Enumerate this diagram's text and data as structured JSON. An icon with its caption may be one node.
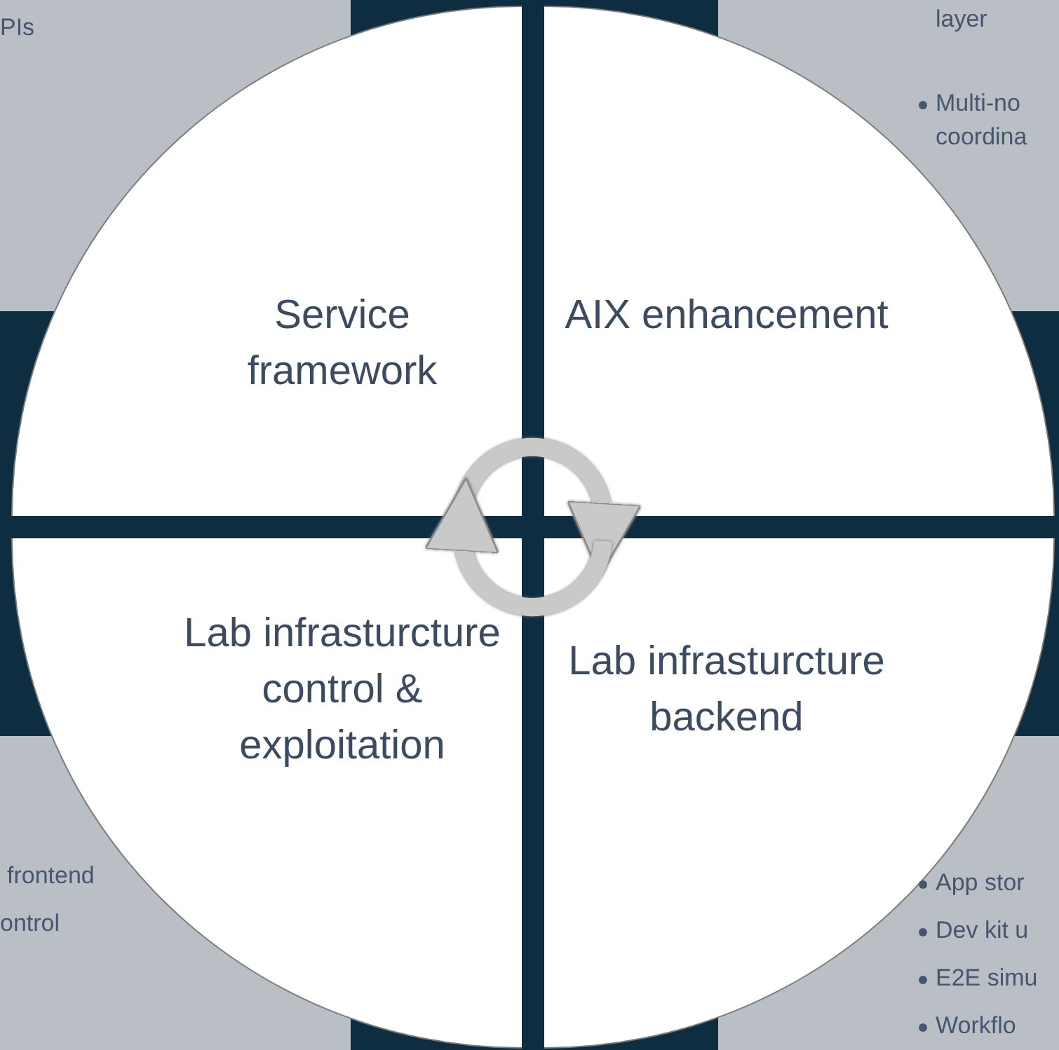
{
  "diagram": {
    "nodes": [
      {
        "text": [
          "Service framework"
        ]
      },
      {
        "text": [
          "AIX enhancement"
        ]
      },
      {
        "text": [
          "Lab infrasturcture control & exploitation"
        ]
      },
      {
        "text": [
          "Lab infrasturcture backend"
        ]
      }
    ],
    "edges": [
      {
        "from": 0,
        "to": 1,
        "arrow": "to"
      },
      {
        "from": 3,
        "to": 2,
        "arrow": "to"
      }
    ],
    "labels": [
      "PIs",
      "layer",
      "Multi-no coordina",
      "frontend",
      "ontrol",
      "App stor",
      "Dev kit u",
      "E2E simu",
      "Workflo"
    ]
  }
}
